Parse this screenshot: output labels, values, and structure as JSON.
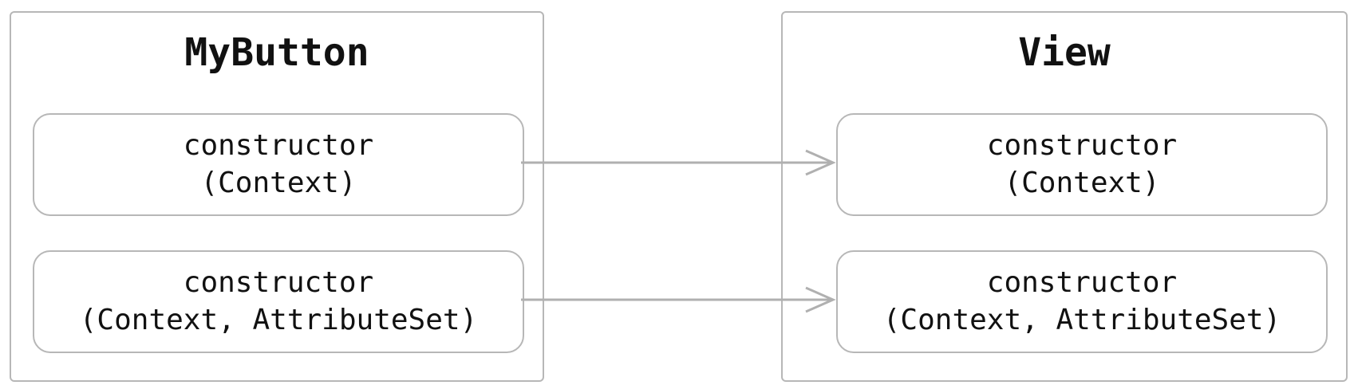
{
  "left_panel": {
    "title": "MyButton",
    "methods": [
      {
        "line1": "constructor",
        "line2": "(Context)"
      },
      {
        "line1": "constructor",
        "line2": "(Context, AttributeSet)"
      }
    ]
  },
  "right_panel": {
    "title": "View",
    "methods": [
      {
        "line1": "constructor",
        "line2": "(Context)"
      },
      {
        "line1": "constructor",
        "line2": "(Context, AttributeSet)"
      }
    ]
  },
  "colors": {
    "border": "#b7b7b7",
    "arrow": "#b0b0b0",
    "text": "#111111"
  }
}
